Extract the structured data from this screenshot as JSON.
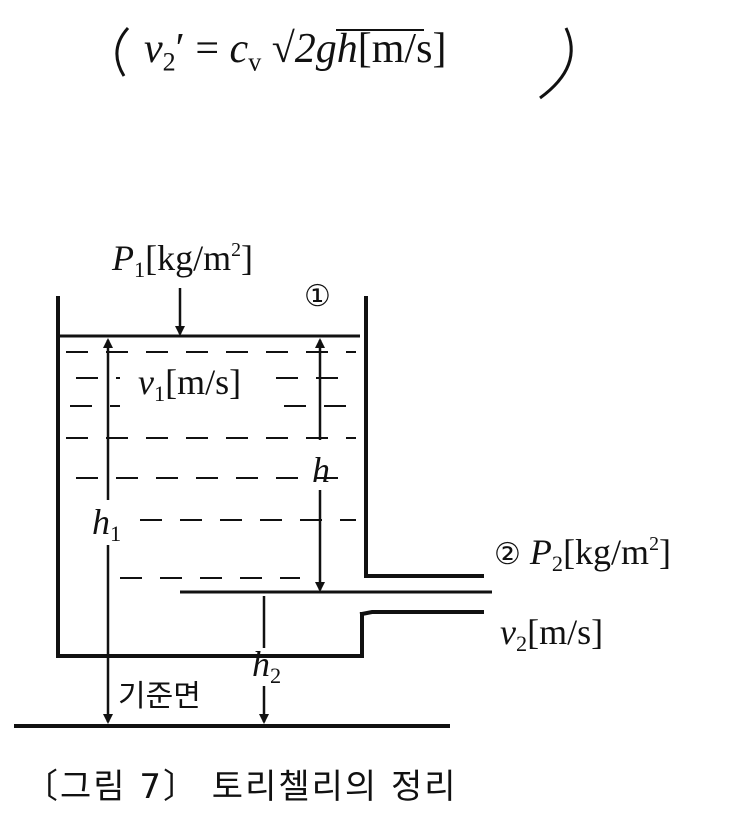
{
  "formula": {
    "lhs_var": "v",
    "lhs_sub": "2",
    "lhs_prime": "′",
    "equals": "=",
    "coef_var": "c",
    "coef_sub": "v",
    "sqrt_sign": "√",
    "radicand": "2gh",
    "unit": "[m/s]"
  },
  "labels": {
    "p1_var": "P",
    "p1_sub": "1",
    "p1_unit": "[kg/m",
    "p1_sup": "2",
    "p1_close": "]",
    "point1": "①",
    "v1_var": "v",
    "v1_sub": "1",
    "v1_unit": "[m/s]",
    "h": "h",
    "h1_var": "h",
    "h1_sub": "1",
    "point2": "②",
    "p2_var": "P",
    "p2_sub": "2",
    "p2_unit": "[kg/m",
    "p2_sup": "2",
    "p2_close": "]",
    "v2_var": "v",
    "v2_sub": "2",
    "v2_unit": "[m/s]",
    "h2_var": "h",
    "h2_sub": "2",
    "datum": "기준면"
  },
  "caption": "〔그림 7〕 토리첼리의 정리"
}
